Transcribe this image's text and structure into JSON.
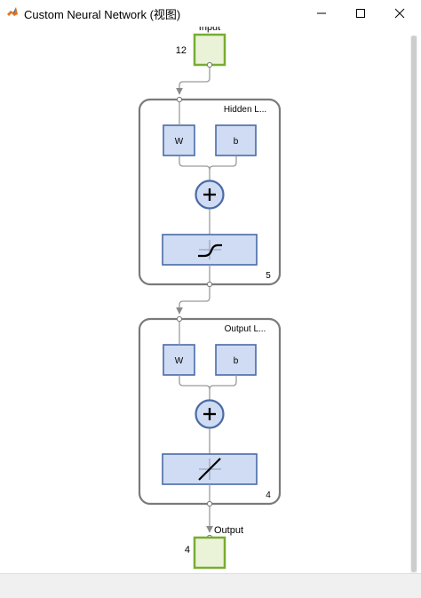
{
  "window": {
    "title": "Custom Neural Network (视图)",
    "minimize_icon": "minimize-icon",
    "maximize_icon": "maximize-icon",
    "close_icon": "close-icon"
  },
  "network": {
    "input": {
      "label": "Input",
      "size": "12"
    },
    "hidden_layer": {
      "label": "Hidden L...",
      "size": "5",
      "weight_label": "W",
      "bias_label": "b",
      "sum_icon": "plus-icon",
      "transfer_icon": "tansig-icon"
    },
    "output_layer": {
      "label": "Output L...",
      "size": "4",
      "weight_label": "W",
      "bias_label": "b",
      "sum_icon": "plus-icon",
      "transfer_icon": "purelin-icon"
    },
    "output": {
      "label": "Output",
      "size": "4"
    }
  },
  "colors": {
    "io_fill": "#eaf3d8",
    "io_stroke": "#78ac32",
    "block_fill": "#cfdcf3",
    "block_stroke": "#4a6aa8",
    "layer_stroke": "#7a7a7a",
    "wire": "#9a9a9a"
  }
}
